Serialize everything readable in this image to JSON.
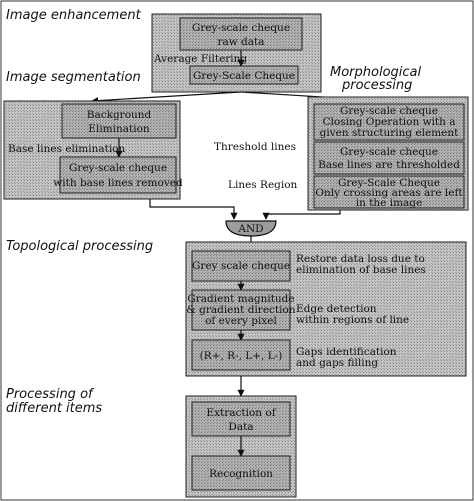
{
  "sections": {
    "enhancement": "Image enhancement",
    "segmentation": "Image segmentation",
    "morphological_1": "Morphological",
    "morphological_2": "processing",
    "topological": "Topological processing",
    "processing_items_1": "Processing of",
    "processing_items_2": "different items"
  },
  "enhancement": {
    "raw_line1": "Grey-scale cheque",
    "raw_line2": "raw data",
    "filter_label": "Average Filtering",
    "filtered_box": "Grey-Scale Cheque"
  },
  "segmentation": {
    "background_line1": "Background",
    "background_line2": "Elimination",
    "baseline_label": "Base lines elimination",
    "removed_line1": "Grey-scale cheque",
    "removed_line2": "with base lines removed",
    "threshold_label": "Threshold lines",
    "lines_region_label": "Lines Region"
  },
  "morphological": {
    "closing_line1": "Grey-scale cheque",
    "closing_line2": "Closing Operation with a",
    "closing_line3": "given structuring element",
    "threshold_line1": "Grey-scale cheque",
    "threshold_line2": "Base lines are thresholded",
    "result_line1": "Grey-Scale Cheque",
    "result_line2": "Only crossing areas are left",
    "result_line3": "in the image"
  },
  "and_gate": "AND",
  "topological": {
    "restore_box": "Grey scale cheque",
    "restore_note_line1": "Restore data loss due to",
    "restore_note_line2": "elimination of base lines",
    "gradient_line1": "Gradient magnitude",
    "gradient_line2": "& gradient direction",
    "gradient_line3": "of every pixel",
    "edge_note_line1": "Edge detection",
    "edge_note_line2": "within regions of line",
    "formula_box": "(R+, R-, L+, L-)",
    "gaps_note_line1": "Gaps identification",
    "gaps_note_line2": "and gaps filling"
  },
  "items": {
    "extraction_line1": "Extraction of",
    "extraction_line2": "Data",
    "recognition": "Recognition"
  },
  "colors": {
    "shade": "#b4b4b4",
    "shade_dark": "#8c8c8c",
    "box_fill": "#a9a9a9",
    "line": "#111111"
  }
}
